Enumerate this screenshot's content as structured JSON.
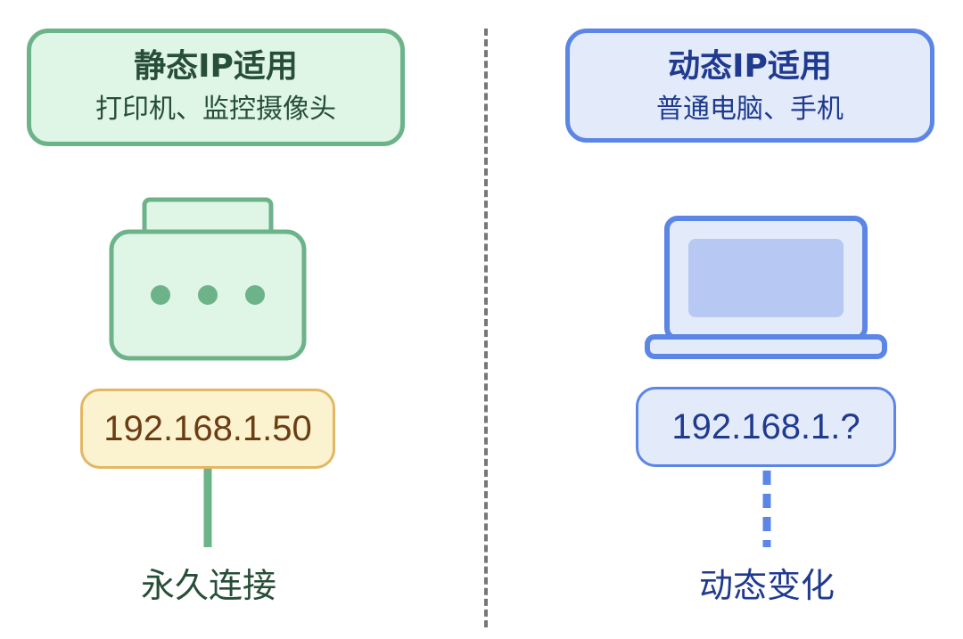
{
  "left": {
    "title": "静态IP适用",
    "subtitle": "打印机、监控摄像头",
    "ip": "192.168.1.50",
    "caption": "永久连接",
    "colors": {
      "fill": "#dff5e6",
      "stroke": "#6db38a",
      "dot": "#6db38a",
      "ip_fill": "#fbf2cf",
      "ip_stroke": "#e3b765"
    }
  },
  "right": {
    "title": "动态IP适用",
    "subtitle": "普通电脑、手机",
    "ip": "192.168.1.?",
    "caption": "动态变化",
    "colors": {
      "fill": "#e3ebfb",
      "stroke": "#5b86e5",
      "screen": "#b7c9f2"
    }
  },
  "icons": {
    "left": "printer-icon",
    "right": "laptop-icon"
  }
}
